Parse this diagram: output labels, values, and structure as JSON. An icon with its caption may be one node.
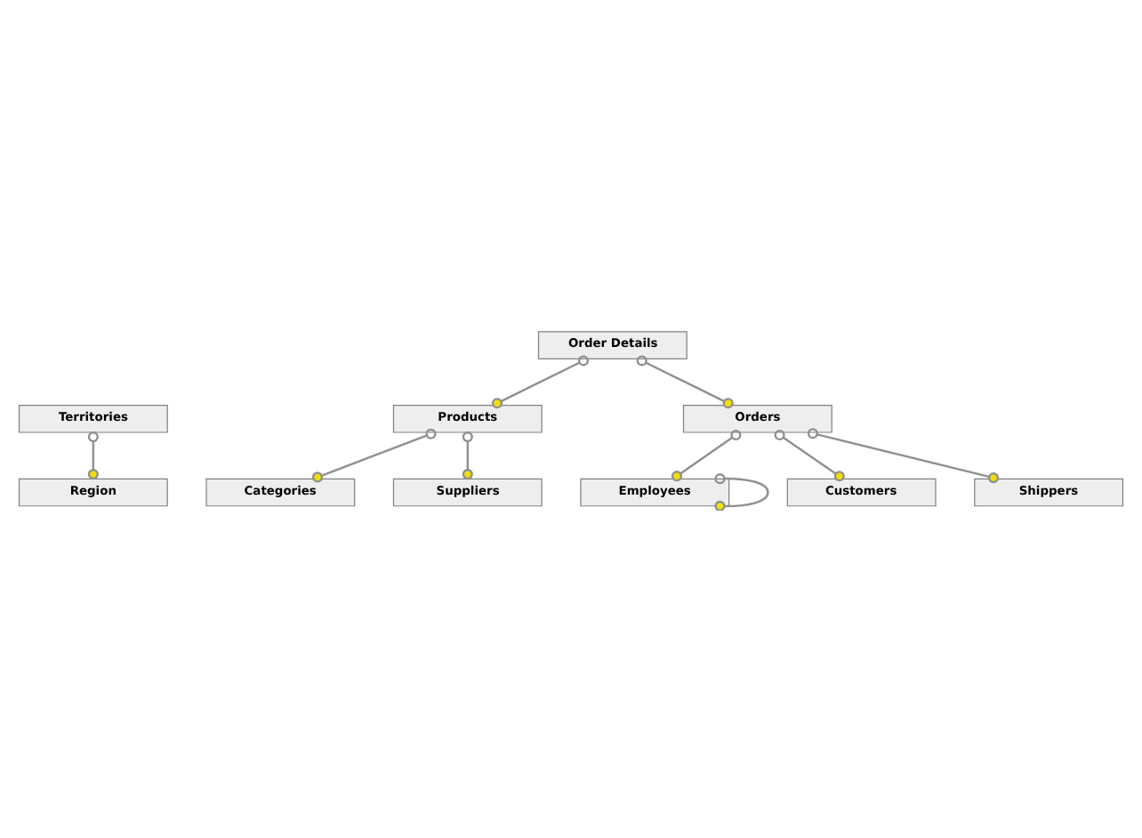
{
  "diagram": {
    "nodes": [
      {
        "text": [
          "Region"
        ]
      },
      {
        "text": [
          "Order Details"
        ]
      },
      {
        "text": [
          "Employees"
        ]
      },
      {
        "text": [
          "Territories"
        ]
      },
      {
        "text": [
          "Products"
        ]
      },
      {
        "text": [
          "Categories"
        ]
      },
      {
        "text": [
          "Orders"
        ]
      },
      {
        "text": [
          "Suppliers"
        ]
      },
      {
        "text": [
          "Customers"
        ]
      },
      {
        "text": [
          "Shippers"
        ]
      }
    ],
    "edges": [
      {
        "from": 0,
        "to": 3,
        "arrow": "other"
      },
      {
        "from": 4,
        "to": 1,
        "arrow": "other"
      },
      {
        "from": 6,
        "to": 1,
        "arrow": "other"
      },
      {
        "from": 2,
        "to": 2,
        "arrow": "other"
      },
      {
        "from": 2,
        "to": 6,
        "arrow": "other"
      },
      {
        "from": 5,
        "to": 4,
        "arrow": "other"
      },
      {
        "from": 7,
        "to": 4,
        "arrow": "other"
      },
      {
        "from": 9,
        "to": 6,
        "arrow": "other"
      },
      {
        "from": 8,
        "to": 6,
        "arrow": "other"
      }
    ]
  }
}
